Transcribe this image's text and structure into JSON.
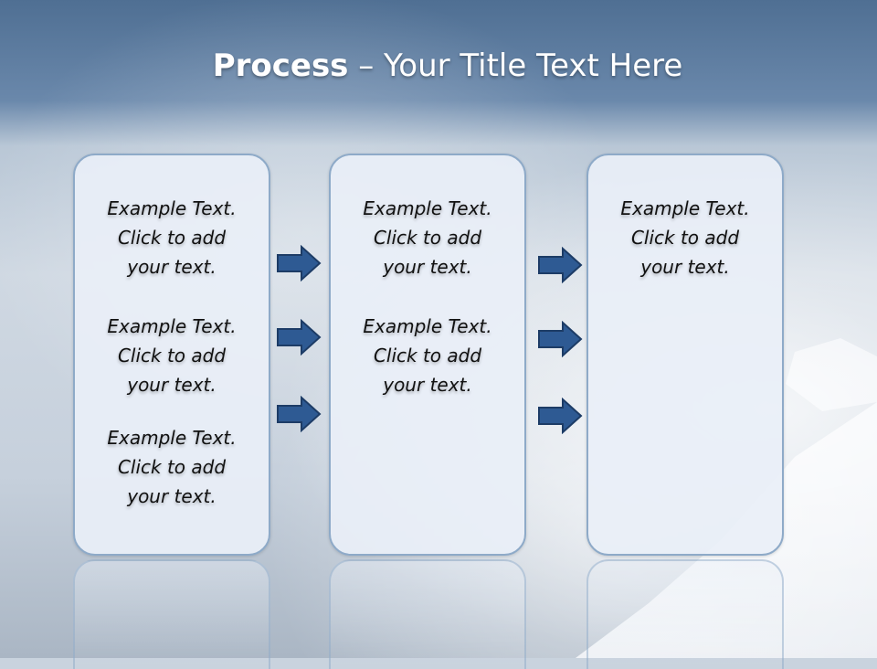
{
  "title": {
    "bold": "Process",
    "rest": " – Your Title Text Here"
  },
  "panels": [
    {
      "items": [
        {
          "l1": "Example Text.",
          "l2": "Click  to add",
          "l3": "your text."
        },
        {
          "l1": "Example Text.",
          "l2": "Click  to add",
          "l3": "your text."
        },
        {
          "l1": "Example Text.",
          "l2": "Click  to add",
          "l3": "your text."
        }
      ]
    },
    {
      "items": [
        {
          "l1": "Example Text.",
          "l2": "Click  to add",
          "l3": "your text."
        },
        {
          "l1": "Example Text.",
          "l2": "Click  to add",
          "l3": "your text."
        }
      ]
    },
    {
      "items": [
        {
          "l1": "Example Text.",
          "l2": "Click  to add",
          "l3": "your text."
        }
      ]
    }
  ],
  "colors": {
    "arrow_fill": "#2e5a93",
    "arrow_stroke": "#1d3c66",
    "panel_border": "#8eaac8",
    "title": "#ffffff"
  },
  "icons": {
    "arrow": "right-arrow-icon"
  }
}
